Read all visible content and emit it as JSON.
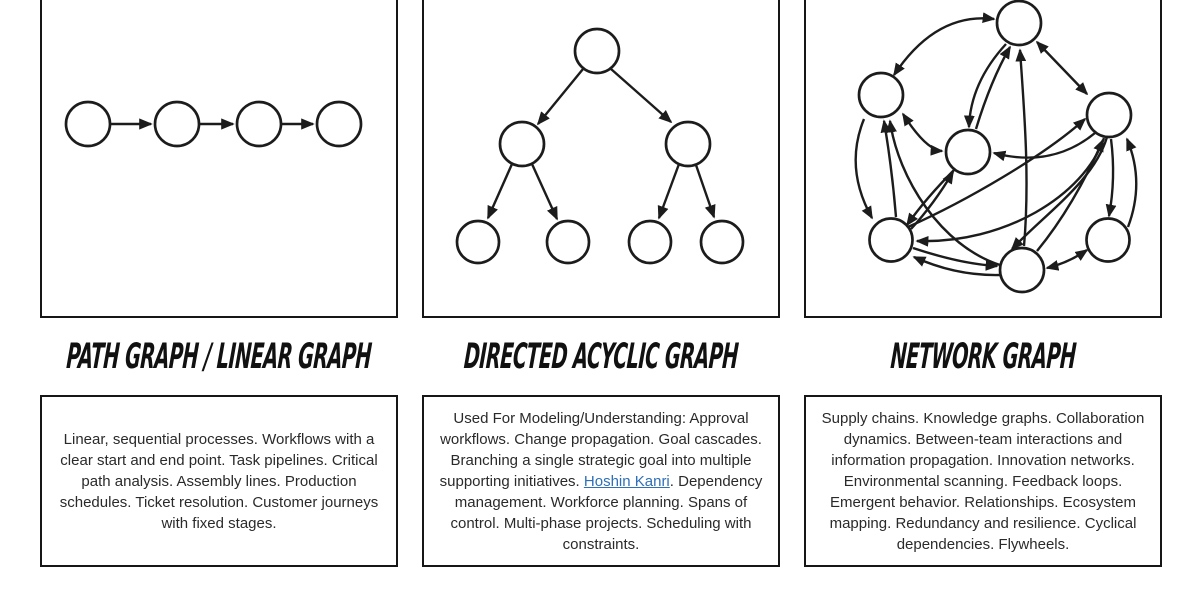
{
  "colors": {
    "stroke": "#1c1c1c",
    "border": "#161616",
    "text": "#2a2a2a",
    "title": "#111111",
    "link": "#2e6fb7",
    "bg": "#ffffff"
  },
  "panels": [
    {
      "id": "path-graph",
      "title": "PATH GRAPH / LINEAR GRAPH",
      "description_segments": [
        {
          "text": "Linear, sequential processes. Workflows with a clear start and end point. Task pipelines. Critical path analysis. Assembly lines. Production schedules. Ticket resolution. Customer journeys with fixed stages."
        }
      ],
      "diagram": {
        "type": "directed-path",
        "node_count": 4,
        "edges": [
          [
            0,
            1
          ],
          [
            1,
            2
          ],
          [
            2,
            3
          ]
        ]
      }
    },
    {
      "id": "directed-acyclic-graph",
      "title": "DIRECTED ACYCLIC GRAPH",
      "description_segments": [
        {
          "text": "Used For Modeling/Understanding: Approval workflows. Change propagation. Goal cascades. Branching a single strategic goal into multiple supporting initiatives. "
        },
        {
          "text": "Hoshin Kanri",
          "link": true
        },
        {
          "text": ". Dependency management. Workforce planning. Spans of control. Multi-phase projects. Scheduling with constraints."
        }
      ],
      "diagram": {
        "type": "tree-dag",
        "node_count": 7,
        "edges": [
          [
            0,
            1
          ],
          [
            0,
            2
          ],
          [
            1,
            3
          ],
          [
            1,
            4
          ],
          [
            2,
            5
          ],
          [
            2,
            6
          ]
        ]
      }
    },
    {
      "id": "network-graph",
      "title": "NETWORK GRAPH",
      "description_segments": [
        {
          "text": "Supply chains. Knowledge graphs. Collaboration dynamics. Between-team interactions and information propagation. Innovation networks. Environmental scanning. Feedback loops. Emergent behavior. Relationships. Ecosystem mapping. Redundancy and resilience. Cyclical dependencies. Flywheels."
        }
      ],
      "diagram": {
        "type": "directed-network",
        "node_count": 7,
        "edges": [
          [
            "B",
            "A",
            "both"
          ],
          [
            "A",
            "C",
            "both"
          ],
          [
            "A",
            "D",
            "fwd"
          ],
          [
            "D",
            "A",
            "fwd"
          ],
          [
            "F",
            "A",
            "fwd"
          ],
          [
            "B",
            "D",
            "both"
          ],
          [
            "B",
            "E",
            "fwd"
          ],
          [
            "E",
            "B",
            "fwd"
          ],
          [
            "F",
            "B",
            "fwd"
          ],
          [
            "D",
            "E",
            "fwd"
          ],
          [
            "E",
            "D",
            "fwd"
          ],
          [
            "C",
            "D",
            "fwd"
          ],
          [
            "C",
            "E",
            "fwd"
          ],
          [
            "E",
            "F",
            "fwd"
          ],
          [
            "F",
            "E",
            "fwd"
          ],
          [
            "C",
            "F",
            "fwd"
          ],
          [
            "F",
            "G",
            "both"
          ],
          [
            "C",
            "G",
            "fwd"
          ],
          [
            "G",
            "C",
            "fwd"
          ],
          [
            "E",
            "C",
            "fwd"
          ],
          [
            "F",
            "C",
            "fwd"
          ]
        ]
      }
    }
  ]
}
